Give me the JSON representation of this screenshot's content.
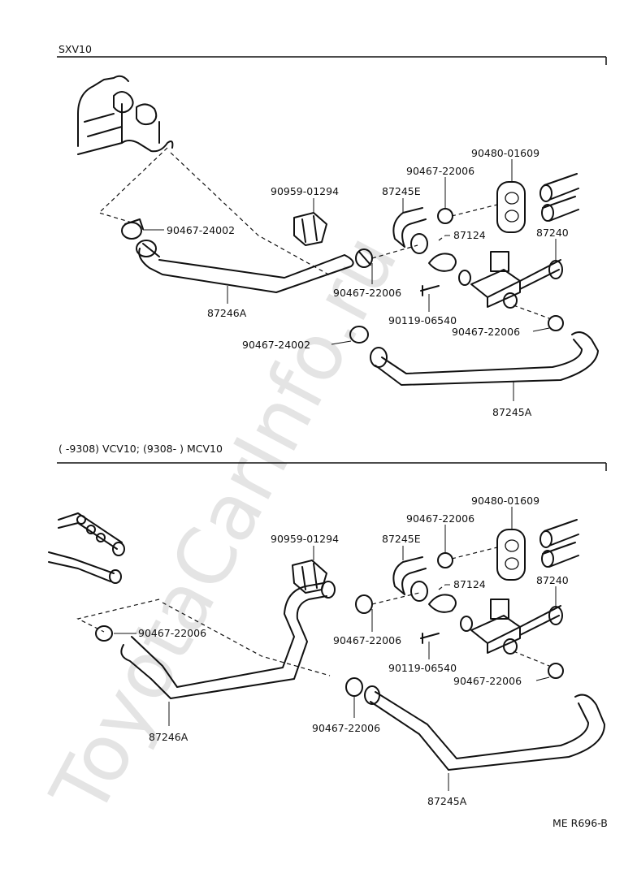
{
  "watermark": "ToyotaCarInfo.ru",
  "footer_code": "ME R696-B",
  "sections": [
    {
      "title": "SXV10",
      "labels": {
        "clip_upper": "90480-01609",
        "clamp_e": "90467-22006",
        "hose_e": "87245E",
        "bracket": "90959-01294",
        "clamp_a": "90467-24002",
        "part_87124": "87124",
        "valve": "87240",
        "clamp_mid": "90467-22006",
        "bolt": "90119-06540",
        "hose_a": "87246A",
        "clamp_right": "90467-22006",
        "clamp_b": "90467-24002",
        "hose_b": "87245A"
      }
    },
    {
      "title": "(      -9308) VCV10; (9308-      ) MCV10",
      "labels": {
        "clip_upper": "90480-01609",
        "clamp_e": "90467-22006",
        "hose_e": "87245E",
        "bracket": "90959-01294",
        "part_87124": "87124",
        "valve": "87240",
        "clamp_a": "90467-22006",
        "clamp_mid": "90467-22006",
        "bolt": "90119-06540",
        "clamp_right": "90467-22006",
        "hose_a": "87246A",
        "clamp_b": "90467-22006",
        "hose_b": "87245A"
      }
    }
  ]
}
